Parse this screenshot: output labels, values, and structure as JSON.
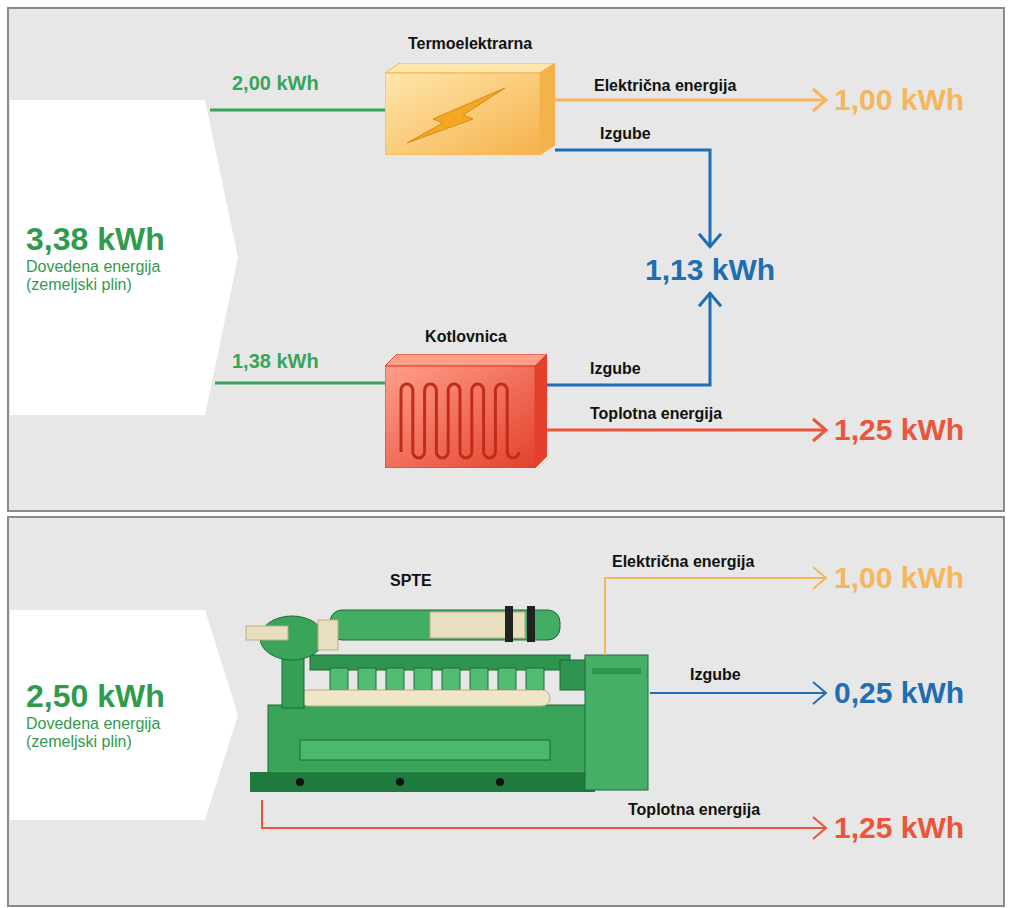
{
  "diagram": {
    "nodes": [
      {
        "text": [
          "3,38 kWh",
          "Dovedena energija (zemeljski plin)"
        ]
      },
      {
        "text": [
          "Termoelektrarna"
        ]
      },
      {
        "text": [
          "1,00 kWh"
        ]
      },
      {
        "text": [
          "1,13 kWh"
        ]
      },
      {
        "text": [
          "Kotlovnica"
        ]
      },
      {
        "text": [
          "1,25 kWh"
        ]
      },
      {
        "text": [
          "2,50 kWh",
          "Dovedena energija (zemeljski plin)"
        ]
      },
      {
        "text": [
          "SPTE"
        ]
      },
      {
        "text": [
          "1,00 kWh"
        ]
      },
      {
        "text": [
          "0,25 kWh"
        ]
      },
      {
        "text": [
          "1,25 kWh"
        ]
      }
    ],
    "edges": [
      {
        "from": 0,
        "to": 1,
        "label": "2,00 kWh",
        "arrow": "none"
      },
      {
        "from": 0,
        "to": 4,
        "label": "1,38 kWh",
        "arrow": "none"
      },
      {
        "from": 1,
        "to": 2,
        "label": "Električna energija",
        "arrow": "to"
      },
      {
        "from": 1,
        "to": 3,
        "label": "Izgube",
        "arrow": "to"
      },
      {
        "from": 4,
        "to": 3,
        "label": "Izgube",
        "arrow": "to"
      },
      {
        "from": 4,
        "to": 5,
        "label": "Toplotna energija",
        "arrow": "to"
      },
      {
        "from": 7,
        "to": 8,
        "label": "Električna energija",
        "arrow": "to"
      },
      {
        "from": 7,
        "to": 9,
        "label": "Izgube",
        "arrow": "to"
      },
      {
        "from": 7,
        "to": 10,
        "label": "Toplotna energija",
        "arrow": "to"
      }
    ]
  }
}
